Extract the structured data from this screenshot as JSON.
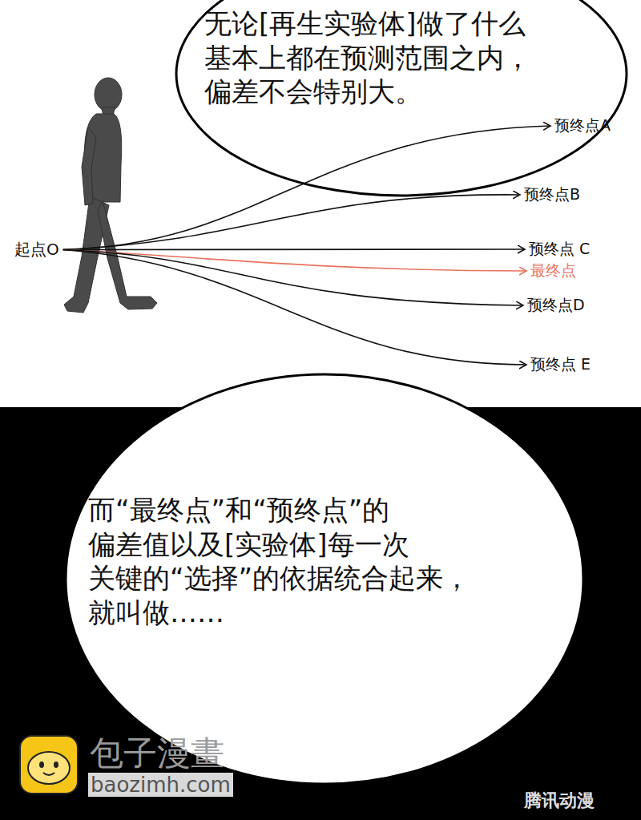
{
  "diagram": {
    "nodes": [
      {
        "text": [
          "无论[再生实验体]做了什么 基本上都在预测范围之内， 偏差不会特别大。"
        ]
      },
      {
        "text": [
          "起点O"
        ]
      },
      {
        "text": [
          "预终点A"
        ]
      },
      {
        "text": [
          "预终点B"
        ]
      },
      {
        "text": [
          "预终点 C"
        ]
      },
      {
        "text": [
          "最终点"
        ]
      },
      {
        "text": [
          "预终点D"
        ]
      },
      {
        "text": [
          "预终点 E"
        ]
      },
      {
        "text": [
          "而“最终点”和“预终点”的 偏差值以及[实验体]每一次 关键的“选择”的依据统合起来， 就叫做……"
        ]
      }
    ],
    "edges": [
      {
        "from": 1,
        "to": 2,
        "arrow": "to"
      },
      {
        "from": 1,
        "to": 3,
        "arrow": "to"
      },
      {
        "from": 1,
        "to": 4,
        "arrow": "to"
      },
      {
        "from": 1,
        "to": 5,
        "arrow": "to"
      },
      {
        "from": 1,
        "to": 6,
        "arrow": "to"
      },
      {
        "from": 1,
        "to": 7,
        "arrow": "to"
      }
    ],
    "labels": [
      "包子漫畫",
      "baozimh.com",
      "腾讯动漫"
    ]
  }
}
